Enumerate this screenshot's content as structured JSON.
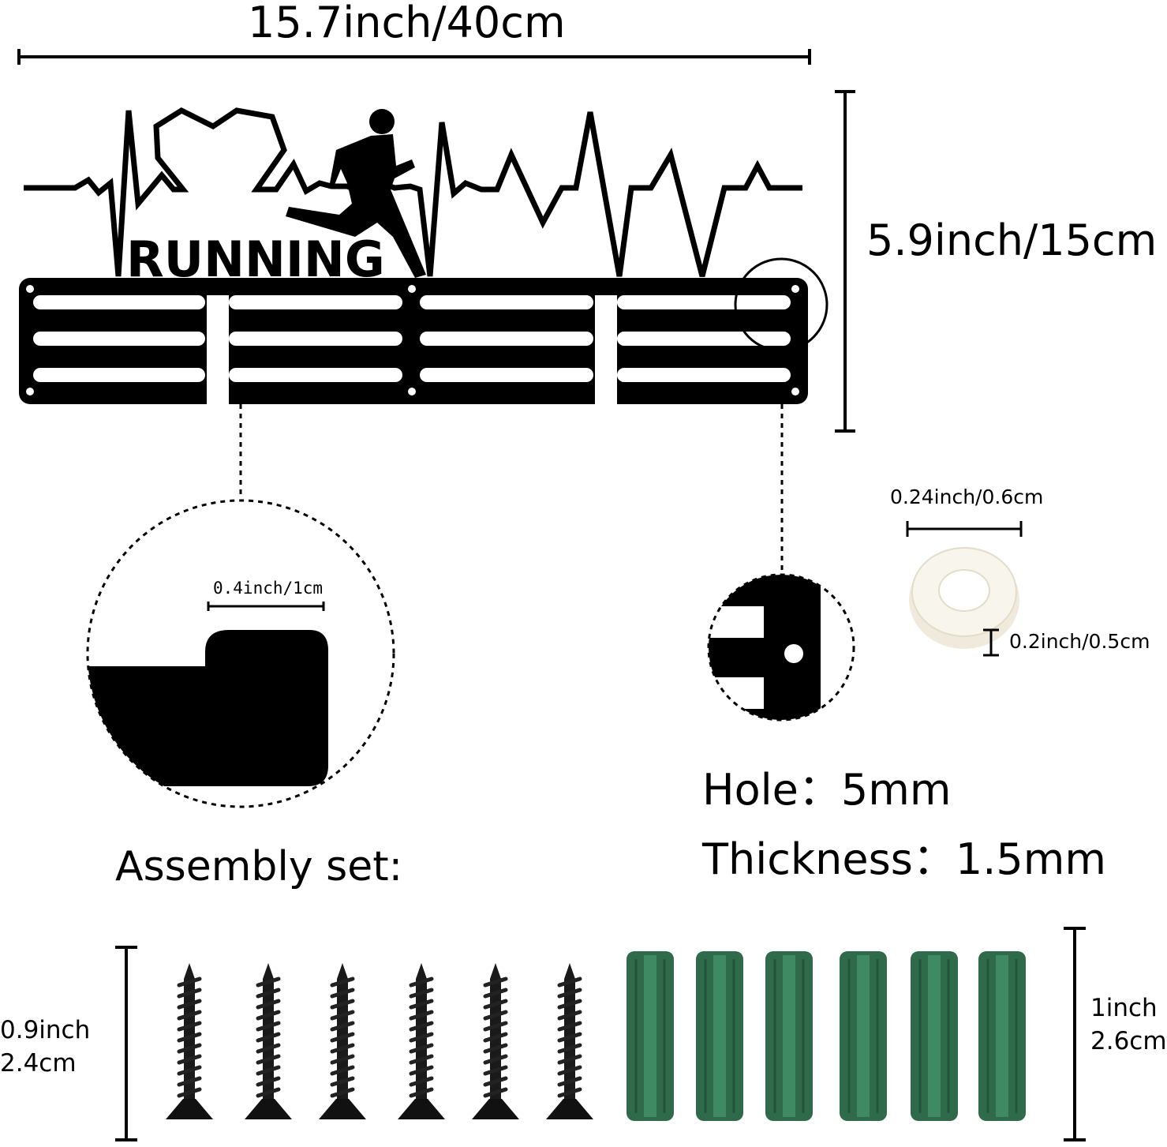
{
  "dimensions": {
    "width": "15.7inch/40cm",
    "height": "5.9inch/15cm",
    "hook_width": "0.4inch/1cm",
    "spacer_diameter": "0.24inch/0.6cm",
    "spacer_height": "0.2inch/0.5cm",
    "screw_length_in": "0.9inch",
    "screw_length_cm": "2.4cm",
    "anchor_length_in": "1inch",
    "anchor_length_cm": "2.6cm"
  },
  "rack": {
    "word": "RUNNING"
  },
  "specs": {
    "hole": "Hole：5mm",
    "thickness": "Thickness：1.5mm"
  },
  "assembly": {
    "title": "Assembly set:",
    "screw_count": 6,
    "anchor_count": 6
  },
  "colors": {
    "metal": "#000000",
    "anchor": "#2f6b4b",
    "anchor_light": "#3f8a63",
    "spacer": "#f4f1e6",
    "background": "#ffffff"
  }
}
